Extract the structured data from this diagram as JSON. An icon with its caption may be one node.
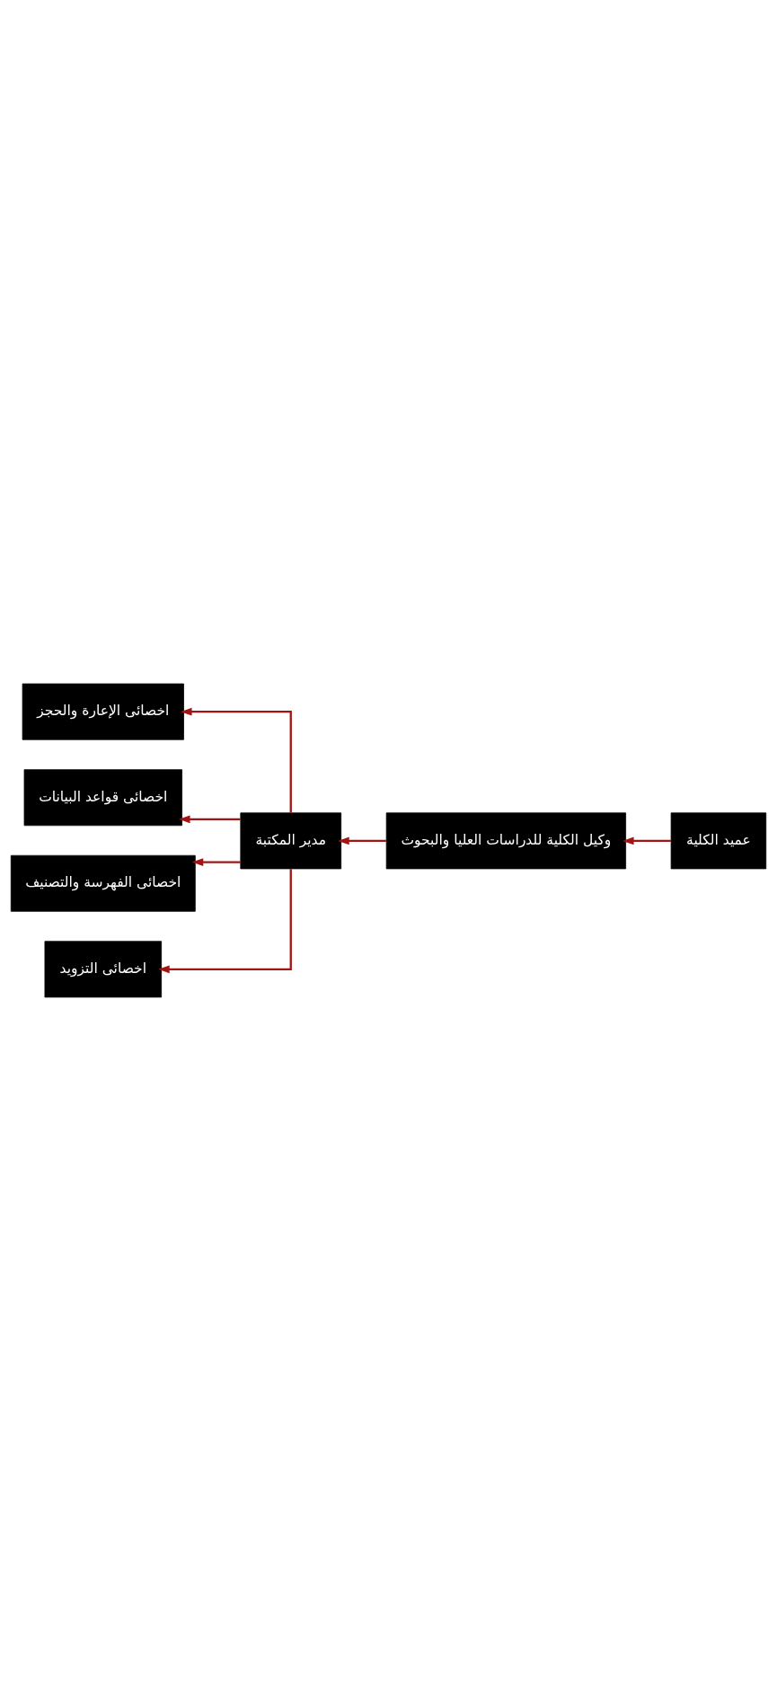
{
  "diagram": {
    "nodes": [
      {
        "text": [
          "عميد الكلية"
        ]
      },
      {
        "text": [
          "وكيل الكلية للدراسات العليا والبحوث"
        ]
      },
      {
        "text": [
          "مدير المكتبة"
        ]
      },
      {
        "text": [
          "اخصائى الإعارة والحجز"
        ]
      },
      {
        "text": [
          "اخصائى قواعد البيانات"
        ]
      },
      {
        "text": [
          "اخصائى الفهرسة والتصنيف"
        ]
      },
      {
        "text": [
          "اخصائى التزويد"
        ]
      }
    ],
    "edges": [
      {
        "from": 0,
        "to": 1,
        "arrow": "to"
      },
      {
        "from": 1,
        "to": 2,
        "arrow": "to"
      },
      {
        "from": 2,
        "to": 3,
        "arrow": "to"
      },
      {
        "from": 2,
        "to": 4,
        "arrow": "to"
      },
      {
        "from": 2,
        "to": 5,
        "arrow": "to"
      },
      {
        "from": 2,
        "to": 6,
        "arrow": "to"
      }
    ]
  }
}
